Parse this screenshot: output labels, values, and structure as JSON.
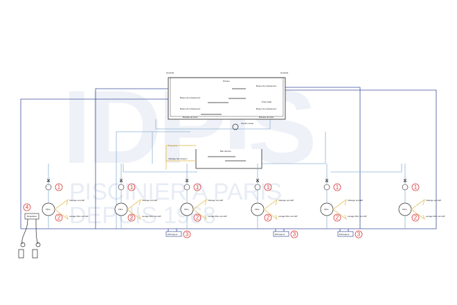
{
  "watermark": {
    "logo": "IDPIS",
    "line1": "PISCINIER A PARIS",
    "line2": "DEPUIS 1968"
  },
  "pool": {
    "title": "Piscine",
    "overflow_left": "Goulotte",
    "overflow_right": "Goulotte",
    "jets_left_1": "Buses de refoulement",
    "jets_left_2": "Buses de refoulement",
    "jets_right_1": "Buses de refoulement",
    "jets_right_2": "Buses de refoulement",
    "drain_left": "Bondes de fond",
    "drain_right": "Bondes de fond",
    "skimmer": "Prise balai"
  },
  "tank": {
    "title": "Bac tampon",
    "overflow": "Trop plein",
    "drain": "Vidange bac tampon",
    "sensor": "Sonde niveau"
  },
  "filters": [
    {
      "label": "Filtre",
      "drain1": "Vidange vers EP",
      "drain2": "Lavage filtre vers EP"
    },
    {
      "label": "Filtre",
      "drain1": "Vidange vers EP",
      "drain2": "Lavage filtre vers EP"
    },
    {
      "label": "Filtre",
      "drain1": "Vidange vers EP",
      "drain2": "Lavage filtre vers EP"
    },
    {
      "label": "Filtre",
      "drain1": "Vidange vers EP",
      "drain2": "Lavage filtre vers EP"
    },
    {
      "label": "Filtre",
      "drain1": "Vidange vers EP",
      "drain2": "Lavage filtre vers EP"
    },
    {
      "label": "Filtre",
      "drain1": "Vidange vers EP",
      "drain2": "Lavage filtre vers EP"
    }
  ],
  "exchangers": [
    "Echangeur",
    "Echangeur",
    "Echangeur"
  ],
  "treatment": {
    "label": "Régulation"
  },
  "markers": {
    "pump": "1",
    "filter": "2",
    "exchanger": "3",
    "treatment": "4"
  },
  "colors": {
    "pipe": "#3b4f9a",
    "wash": "#e7c46a",
    "marker": "#d83a3a"
  }
}
